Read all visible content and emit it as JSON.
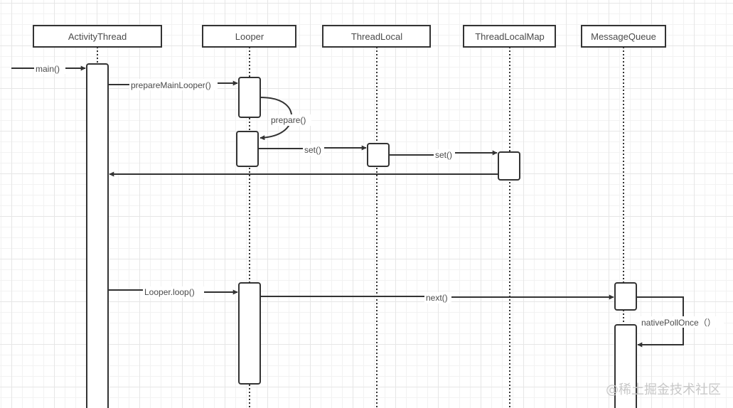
{
  "diagram": {
    "type": "sequence",
    "actors": [
      {
        "id": "activity_thread",
        "label": "ActivityThread"
      },
      {
        "id": "looper",
        "label": "Looper"
      },
      {
        "id": "thread_local",
        "label": "ThreadLocal"
      },
      {
        "id": "thread_local_map",
        "label": "ThreadLocalMap"
      },
      {
        "id": "message_queue",
        "label": "MessageQueue"
      }
    ],
    "messages": [
      {
        "label": "main()",
        "from": "external",
        "to": "activity_thread"
      },
      {
        "label": "prepareMainLooper()",
        "from": "activity_thread",
        "to": "looper"
      },
      {
        "label": "prepare()",
        "from": "looper",
        "to": "looper",
        "self": true
      },
      {
        "label": "set()",
        "from": "looper",
        "to": "thread_local"
      },
      {
        "label": "set()",
        "from": "thread_local",
        "to": "thread_local_map"
      },
      {
        "label": "",
        "from": "thread_local_map",
        "to": "activity_thread",
        "kind": "return"
      },
      {
        "label": "Looper.loop()",
        "from": "activity_thread",
        "to": "looper"
      },
      {
        "label": "next()",
        "from": "looper",
        "to": "message_queue"
      },
      {
        "label": "nativePollOnce（）",
        "from": "message_queue",
        "to": "message_queue",
        "self": true
      }
    ],
    "colors": {
      "stroke": "#333333",
      "text": "#4a4a4a",
      "grid": "#e6e6e6"
    }
  },
  "watermark": "@稀土掘金技术社区"
}
